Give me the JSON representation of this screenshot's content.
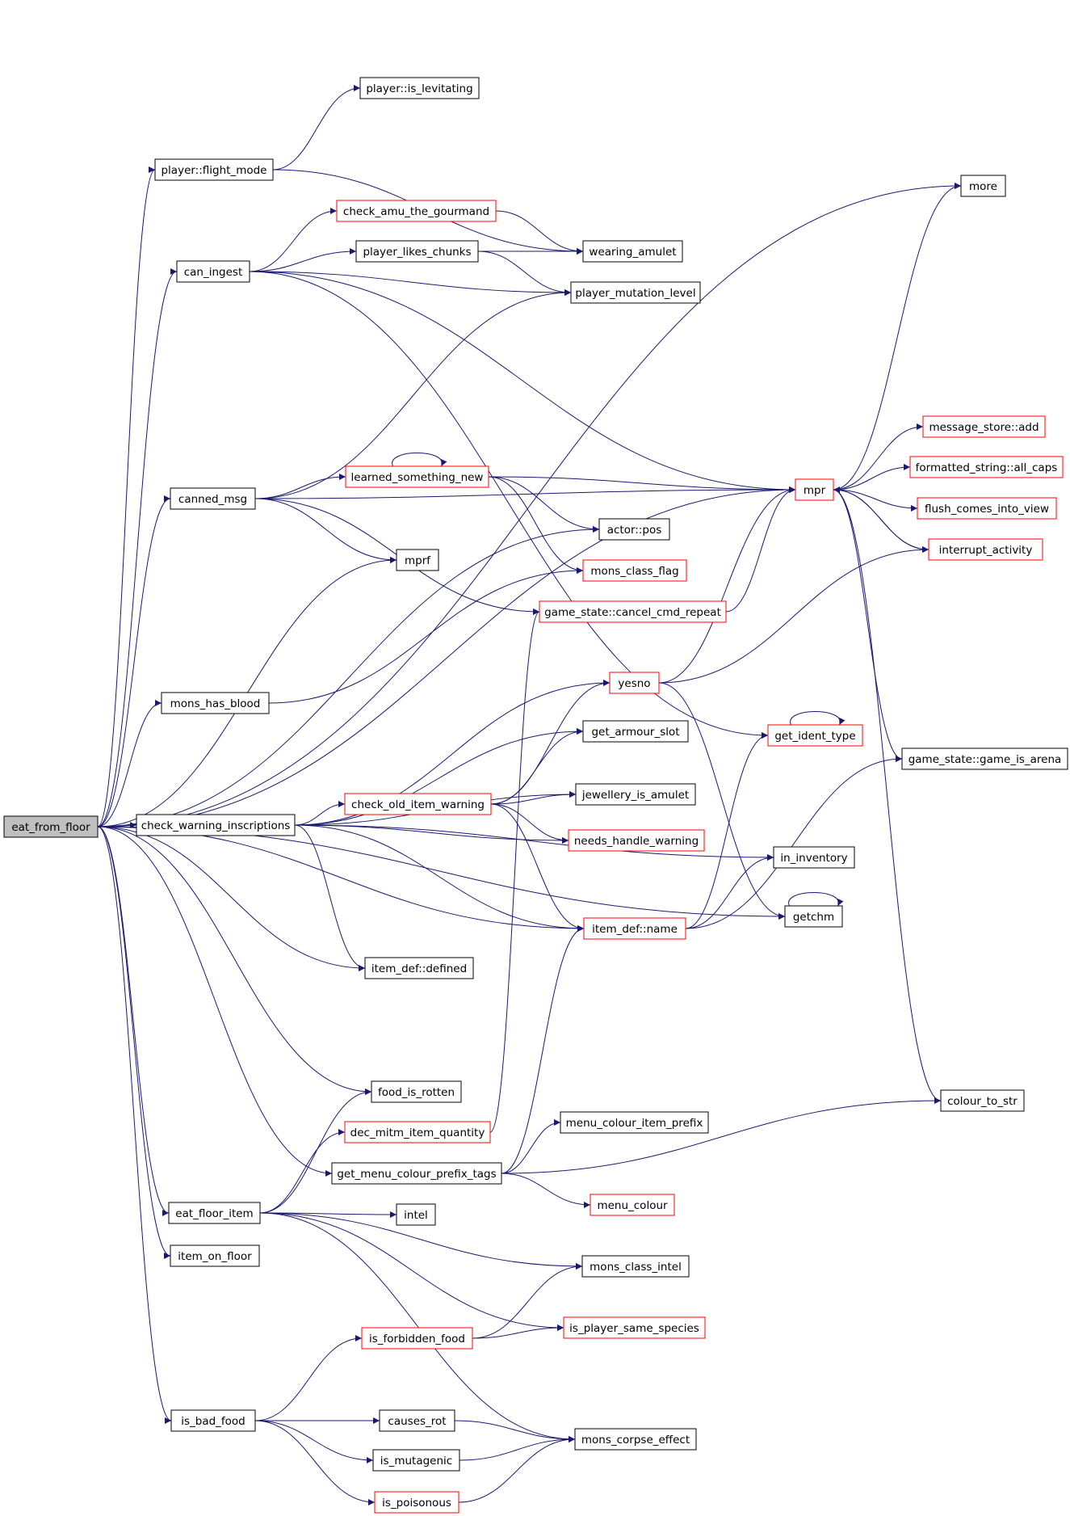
{
  "colors": {
    "edge": "#191970",
    "node_border": "#000000",
    "truncated_border": "#ff0000",
    "root_fill": "#bfbfbf"
  },
  "nodes": {
    "eat_from_floor": "eat_from_floor",
    "player_flight_mode": "player::flight_mode",
    "player_is_levitating": "player::is_levitating",
    "can_ingest": "can_ingest",
    "check_amu_the_gourmand": "check_amu_the_gourmand",
    "player_likes_chunks": "player_likes_chunks",
    "wearing_amulet": "wearing_amulet",
    "player_mutation_level": "player_mutation_level",
    "more": "more",
    "canned_msg": "canned_msg",
    "learned_something_new": "learned_something_new",
    "mpr": "mpr",
    "message_store_add": "message_store::add",
    "formatted_string_all_caps": "formatted_string::all_caps",
    "flush_comes_into_view": "flush_comes_into_view",
    "interrupt_activity": "interrupt_activity",
    "actor_pos": "actor::pos",
    "mprf": "mprf",
    "mons_class_flag": "mons_class_flag",
    "game_state_cancel_cmd_repeat": "game_state::cancel_cmd_repeat",
    "mons_has_blood": "mons_has_blood",
    "yesno": "yesno",
    "get_armour_slot": "get_armour_slot",
    "get_ident_type": "get_ident_type",
    "game_state_game_is_arena": "game_state::game_is_arena",
    "check_warning_inscriptions": "check_warning_inscriptions",
    "check_old_item_warning": "check_old_item_warning",
    "jewellery_is_amulet": "jewellery_is_amulet",
    "needs_handle_warning": "needs_handle_warning",
    "in_inventory": "in_inventory",
    "getchm": "getchm",
    "item_def_name": "item_def::name",
    "item_def_defined": "item_def::defined",
    "food_is_rotten": "food_is_rotten",
    "dec_mitm_item_quantity": "dec_mitm_item_quantity",
    "menu_colour_item_prefix": "menu_colour_item_prefix",
    "colour_to_str": "colour_to_str",
    "get_menu_colour_prefix_tags": "get_menu_colour_prefix_tags",
    "menu_colour": "menu_colour",
    "eat_floor_item": "eat_floor_item",
    "intel": "intel",
    "item_on_floor": "item_on_floor",
    "mons_class_intel": "mons_class_intel",
    "is_player_same_species": "is_player_same_species",
    "is_forbidden_food": "is_forbidden_food",
    "is_bad_food": "is_bad_food",
    "causes_rot": "causes_rot",
    "mons_corpse_effect": "mons_corpse_effect",
    "is_mutagenic": "is_mutagenic",
    "is_poisonous": "is_poisonous"
  },
  "truncated_nodes": [
    "check_amu_the_gourmand",
    "learned_something_new",
    "mpr",
    "message_store_add",
    "formatted_string_all_caps",
    "flush_comes_into_view",
    "interrupt_activity",
    "mons_class_flag",
    "game_state_cancel_cmd_repeat",
    "yesno",
    "get_ident_type",
    "check_old_item_warning",
    "needs_handle_warning",
    "item_def_name",
    "dec_mitm_item_quantity",
    "menu_colour",
    "is_player_same_species",
    "is_forbidden_food",
    "is_poisonous"
  ],
  "edges": [
    [
      "eat_from_floor",
      "more"
    ],
    [
      "eat_from_floor",
      "player_flight_mode"
    ],
    [
      "eat_from_floor",
      "can_ingest"
    ],
    [
      "eat_from_floor",
      "mpr"
    ],
    [
      "eat_from_floor",
      "canned_msg"
    ],
    [
      "eat_from_floor",
      "mprf"
    ],
    [
      "eat_from_floor",
      "actor_pos"
    ],
    [
      "eat_from_floor",
      "mons_has_blood"
    ],
    [
      "eat_from_floor",
      "check_warning_inscriptions"
    ],
    [
      "eat_from_floor",
      "item_def_defined"
    ],
    [
      "eat_from_floor",
      "item_def_name"
    ],
    [
      "eat_from_floor",
      "getchm"
    ],
    [
      "eat_from_floor",
      "food_is_rotten"
    ],
    [
      "eat_from_floor",
      "get_menu_colour_prefix_tags"
    ],
    [
      "eat_from_floor",
      "eat_floor_item"
    ],
    [
      "eat_from_floor",
      "item_on_floor"
    ],
    [
      "eat_from_floor",
      "is_bad_food"
    ],
    [
      "player_flight_mode",
      "player_is_levitating"
    ],
    [
      "player_flight_mode",
      "wearing_amulet"
    ],
    [
      "can_ingest",
      "check_amu_the_gourmand"
    ],
    [
      "can_ingest",
      "player_likes_chunks"
    ],
    [
      "can_ingest",
      "player_mutation_level"
    ],
    [
      "can_ingest",
      "mpr"
    ],
    [
      "can_ingest",
      "get_ident_type"
    ],
    [
      "check_amu_the_gourmand",
      "wearing_amulet"
    ],
    [
      "player_likes_chunks",
      "wearing_amulet"
    ],
    [
      "player_likes_chunks",
      "player_mutation_level"
    ],
    [
      "canned_msg",
      "learned_something_new"
    ],
    [
      "canned_msg",
      "mpr"
    ],
    [
      "canned_msg",
      "mprf"
    ],
    [
      "canned_msg",
      "player_mutation_level"
    ],
    [
      "canned_msg",
      "game_state_cancel_cmd_repeat"
    ],
    [
      "learned_something_new",
      "learned_something_new"
    ],
    [
      "learned_something_new",
      "mpr"
    ],
    [
      "learned_something_new",
      "actor_pos"
    ],
    [
      "learned_something_new",
      "mons_class_flag"
    ],
    [
      "mpr",
      "more"
    ],
    [
      "mpr",
      "message_store_add"
    ],
    [
      "mpr",
      "formatted_string_all_caps"
    ],
    [
      "mpr",
      "flush_comes_into_view"
    ],
    [
      "mpr",
      "interrupt_activity"
    ],
    [
      "mpr",
      "game_state_game_is_arena"
    ],
    [
      "mpr",
      "colour_to_str"
    ],
    [
      "interrupt_activity",
      "mpr"
    ],
    [
      "game_state_cancel_cmd_repeat",
      "mpr"
    ],
    [
      "mons_has_blood",
      "mons_class_flag"
    ],
    [
      "yesno",
      "mpr"
    ],
    [
      "yesno",
      "interrupt_activity"
    ],
    [
      "yesno",
      "getchm"
    ],
    [
      "get_ident_type",
      "get_ident_type"
    ],
    [
      "getchm",
      "getchm"
    ],
    [
      "check_warning_inscriptions",
      "yesno"
    ],
    [
      "check_warning_inscriptions",
      "get_armour_slot"
    ],
    [
      "check_warning_inscriptions",
      "jewellery_is_amulet"
    ],
    [
      "check_warning_inscriptions",
      "check_old_item_warning"
    ],
    [
      "check_warning_inscriptions",
      "needs_handle_warning"
    ],
    [
      "check_warning_inscriptions",
      "in_inventory"
    ],
    [
      "check_warning_inscriptions",
      "item_def_name"
    ],
    [
      "check_warning_inscriptions",
      "item_def_defined"
    ],
    [
      "check_old_item_warning",
      "yesno"
    ],
    [
      "check_old_item_warning",
      "get_armour_slot"
    ],
    [
      "check_old_item_warning",
      "jewellery_is_amulet"
    ],
    [
      "check_old_item_warning",
      "needs_handle_warning"
    ],
    [
      "check_old_item_warning",
      "item_def_name"
    ],
    [
      "item_def_name",
      "get_ident_type"
    ],
    [
      "item_def_name",
      "in_inventory"
    ],
    [
      "item_def_name",
      "game_state_game_is_arena"
    ],
    [
      "dec_mitm_item_quantity",
      "game_state_cancel_cmd_repeat"
    ],
    [
      "get_menu_colour_prefix_tags",
      "menu_colour_item_prefix"
    ],
    [
      "get_menu_colour_prefix_tags",
      "colour_to_str"
    ],
    [
      "get_menu_colour_prefix_tags",
      "menu_colour"
    ],
    [
      "get_menu_colour_prefix_tags",
      "item_def_name"
    ],
    [
      "eat_floor_item",
      "food_is_rotten"
    ],
    [
      "eat_floor_item",
      "dec_mitm_item_quantity"
    ],
    [
      "eat_floor_item",
      "intel"
    ],
    [
      "eat_floor_item",
      "mons_class_intel"
    ],
    [
      "eat_floor_item",
      "is_player_same_species"
    ],
    [
      "eat_floor_item",
      "mons_corpse_effect"
    ],
    [
      "is_forbidden_food",
      "mons_class_intel"
    ],
    [
      "is_forbidden_food",
      "is_player_same_species"
    ],
    [
      "is_bad_food",
      "is_forbidden_food"
    ],
    [
      "is_bad_food",
      "causes_rot"
    ],
    [
      "is_bad_food",
      "is_mutagenic"
    ],
    [
      "is_bad_food",
      "is_poisonous"
    ],
    [
      "causes_rot",
      "mons_corpse_effect"
    ],
    [
      "is_mutagenic",
      "mons_corpse_effect"
    ],
    [
      "is_poisonous",
      "mons_corpse_effect"
    ]
  ]
}
